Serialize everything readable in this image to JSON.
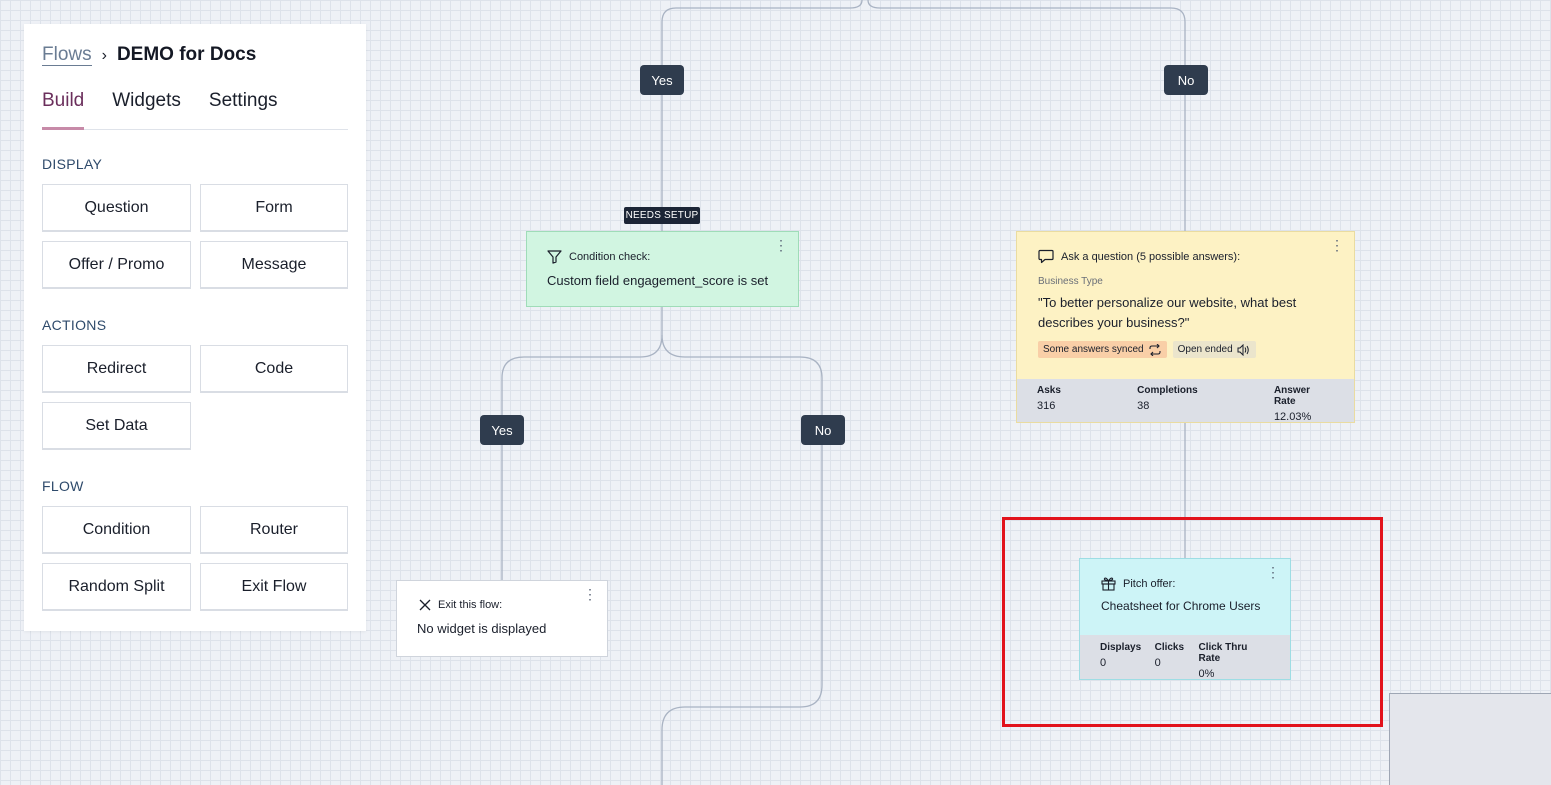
{
  "sidebar": {
    "breadcrumb_root": "Flows",
    "breadcrumb_separator": "›",
    "breadcrumb_current": "DEMO for Docs",
    "tabs": [
      {
        "label": "Build",
        "active": true
      },
      {
        "label": "Widgets",
        "active": false
      },
      {
        "label": "Settings",
        "active": false
      }
    ],
    "sections": {
      "display": {
        "title": "DISPLAY",
        "buttons": [
          "Question",
          "Form",
          "Offer / Promo",
          "Message"
        ]
      },
      "actions": {
        "title": "ACTIONS",
        "buttons": [
          "Redirect",
          "Code",
          "Set Data"
        ]
      },
      "flow": {
        "title": "FLOW",
        "buttons": [
          "Condition",
          "Router",
          "Random Split",
          "Exit Flow"
        ]
      }
    }
  },
  "canvas": {
    "branch_labels": {
      "top_yes": "Yes",
      "top_no": "No",
      "cond_yes": "Yes",
      "cond_no": "No"
    },
    "condition_node": {
      "status_badge": "NEEDS SETUP",
      "heading": "Condition check:",
      "body": "Custom field engagement_score is set"
    },
    "exit_node": {
      "heading": "Exit this flow:",
      "body": "No widget is displayed"
    },
    "question_node": {
      "heading": "Ask a question (5 possible answers):",
      "field_label": "Business Type",
      "question_text": "\"To better personalize our website, what best describes your business?\"",
      "badge_synced": "Some answers synced",
      "badge_open": "Open ended",
      "stats": [
        {
          "label": "Asks",
          "value": "316"
        },
        {
          "label": "Completions",
          "value": "38"
        },
        {
          "label": "Answer Rate",
          "value": "12.03%"
        }
      ]
    },
    "offer_node": {
      "heading": "Pitch offer:",
      "body": "Cheatsheet for Chrome Users",
      "stats": [
        {
          "label": "Displays",
          "value": "0"
        },
        {
          "label": "Clicks",
          "value": "0"
        },
        {
          "label": "Click Thru Rate",
          "value": "0%"
        }
      ]
    },
    "menu_glyph": "⋮"
  },
  "colors": {
    "accent_tab": "#6b2f5c",
    "pill_bg": "#2f3c4e",
    "condition_bg": "#d1f5e1",
    "question_bg": "#fdf2c4",
    "offer_bg": "#cdf4f7",
    "highlight": "#e2121b"
  }
}
